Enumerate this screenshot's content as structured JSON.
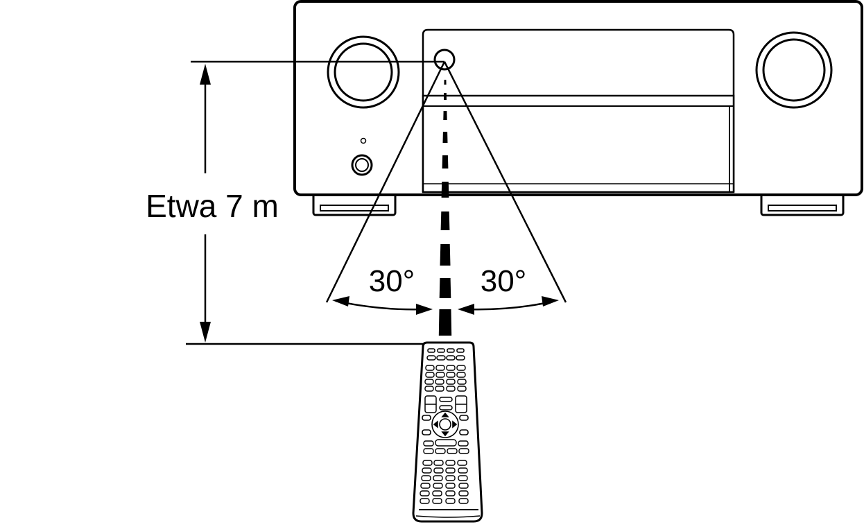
{
  "diagram": {
    "distance_label": "Etwa 7 m",
    "angle_left_label": "30°",
    "angle_right_label": "30°"
  },
  "colors": {
    "ink": "#000000",
    "paper": "#ffffff"
  },
  "icons": {
    "receiver": "av-receiver-front-panel",
    "remote": "remote-control-icon",
    "signal": "ir-signal-beam"
  }
}
